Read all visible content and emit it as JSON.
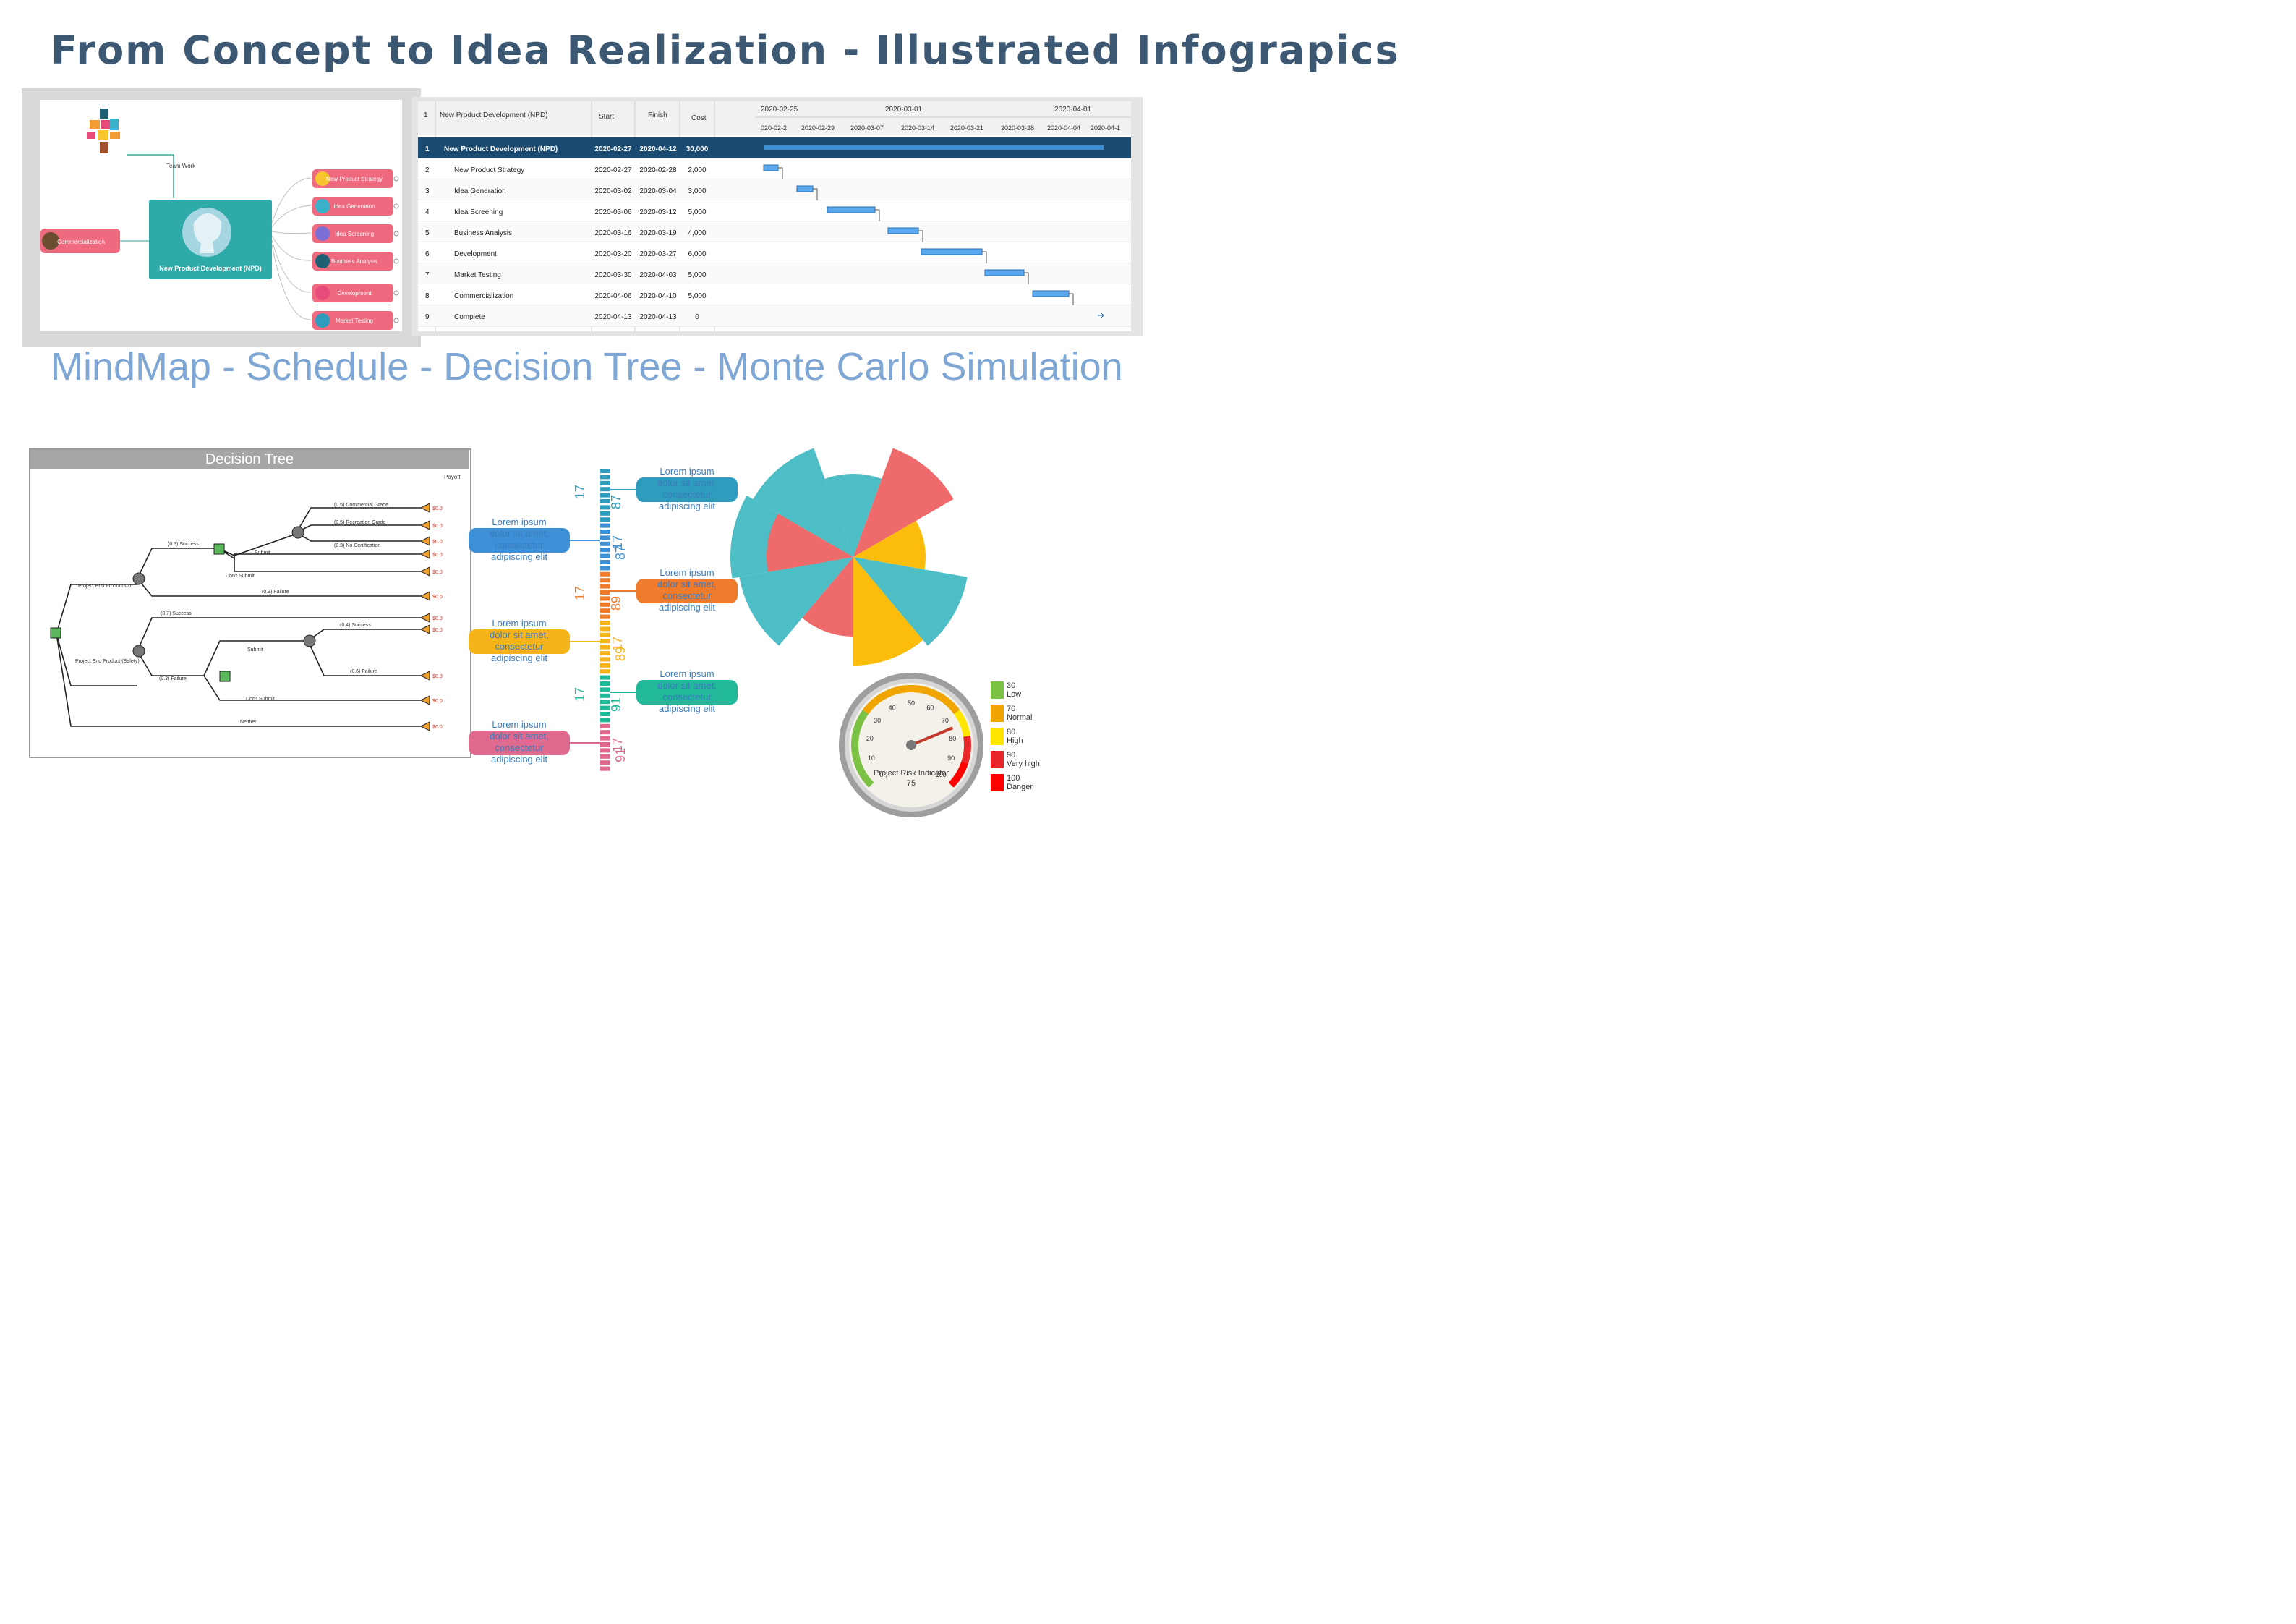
{
  "header": {
    "title": "From Concept to Idea Realization - Illustrated Infograpics",
    "subtitle": "MindMap - Schedule -  Decision Tree - Monte Carlo Simulation"
  },
  "mindmap": {
    "top_label": "Team Work",
    "central": "New Product Development (NPD)",
    "left_node": "Commercialization",
    "branches": [
      "New Product Strategy",
      "Idea Generation",
      "Idea Screening",
      "Business Analysis",
      "Development",
      "Market Testing"
    ]
  },
  "gantt": {
    "headers": {
      "id": "1",
      "name": "New Product Development (NPD)",
      "start": "Start",
      "finish": "Finish",
      "cost": "Cost"
    },
    "timeline_top": [
      "2020-02-25",
      "2020-03-01",
      "2020-04-01"
    ],
    "timeline_bottom": [
      "020-02-2",
      "2020-02-29",
      "2020-03-07",
      "2020-03-14",
      "2020-03-21",
      "2020-03-28",
      "2020-04-04",
      "2020-04-1"
    ],
    "rows": [
      {
        "id": "1",
        "name": "New Product Development (NPD)",
        "start": "2020-02-27",
        "finish": "2020-04-12",
        "cost": "30,000"
      },
      {
        "id": "2",
        "name": "New Product Strategy",
        "start": "2020-02-27",
        "finish": "2020-02-28",
        "cost": "2,000"
      },
      {
        "id": "3",
        "name": "Idea Generation",
        "start": "2020-03-02",
        "finish": "2020-03-04",
        "cost": "3,000"
      },
      {
        "id": "4",
        "name": "Idea Screening",
        "start": "2020-03-06",
        "finish": "2020-03-12",
        "cost": "5,000"
      },
      {
        "id": "5",
        "name": "Business Analysis",
        "start": "2020-03-16",
        "finish": "2020-03-19",
        "cost": "4,000"
      },
      {
        "id": "6",
        "name": "Development",
        "start": "2020-03-20",
        "finish": "2020-03-27",
        "cost": "6,000"
      },
      {
        "id": "7",
        "name": "Market Testing",
        "start": "2020-03-30",
        "finish": "2020-04-03",
        "cost": "5,000"
      },
      {
        "id": "8",
        "name": "Commercialization",
        "start": "2020-04-06",
        "finish": "2020-04-10",
        "cost": "5,000"
      },
      {
        "id": "9",
        "name": "Complete",
        "start": "2020-04-13",
        "finish": "2020-04-13",
        "cost": "0"
      }
    ]
  },
  "decision_tree": {
    "title": "Decision Tree",
    "payoff_label": "Payoff",
    "labels": [
      "(0.5) Commercial Grade",
      "(0.5) Recreation Grade",
      "(0.3) No Certification",
      "(0.3) Success",
      "Submit",
      "Don't Submit",
      "(0.3) Failure",
      "Project End Product Co.",
      "(0.7) Success",
      "Project End Product (Safety)",
      "(0.3) Failure",
      "Submit",
      "Don't Submit",
      "(0.4) Success",
      "(0.6) Failure",
      "Neither"
    ],
    "values": [
      "$0.0",
      "$0.0",
      "$0.0",
      "$0.0",
      "$0.0",
      "$0.0",
      "$0.0",
      "$0.0",
      "$0.0",
      "$0.0"
    ],
    "colors": {
      "node_green": "#5cb85c",
      "node_gray": "#777777",
      "terminal": "#f0a030"
    }
  },
  "vertical_chart": {
    "lorem": "Lorem ipsum dolor sit amet, consectetur adipiscing elit",
    "items": [
      {
        "label_top": "17",
        "label_right": "87",
        "color": "#2e9dbd",
        "side": "right"
      },
      {
        "label_top": "17",
        "label_right": "87",
        "color": "#3d8fd6",
        "side": "left"
      },
      {
        "label_top": "17",
        "label_right": "89",
        "color": "#ef7b2d",
        "side": "right"
      },
      {
        "label_top": "17",
        "label_right": "89",
        "color": "#f5b51a",
        "side": "left"
      },
      {
        "label_top": "17",
        "label_right": "91",
        "color": "#22b89a",
        "side": "right"
      },
      {
        "label_top": "17",
        "label_right": "91",
        "color": "#e06a8e",
        "side": "left"
      }
    ]
  },
  "polar_chart": {
    "colors": [
      "#4dbec5",
      "#ef6a6a",
      "#fbbc0b"
    ]
  },
  "gauge": {
    "title": "Project Risk Indicator",
    "value": "75",
    "value_numeric": 75,
    "ticks": [
      "0",
      "10",
      "20",
      "30",
      "40",
      "50",
      "60",
      "70",
      "80",
      "90",
      "100"
    ],
    "legend": [
      {
        "value": "30",
        "label": "Low",
        "color": "#7bc144"
      },
      {
        "value": "70",
        "label": "Normal",
        "color": "#f0a500"
      },
      {
        "value": "80",
        "label": "High",
        "color": "#ffe600"
      },
      {
        "value": "90",
        "label": "Very high",
        "color": "#e8262a"
      },
      {
        "value": "100",
        "label": "Danger",
        "color": "#ff0000"
      }
    ]
  }
}
